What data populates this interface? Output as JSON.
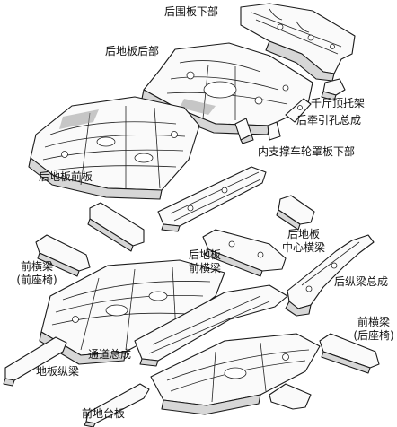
{
  "labels": {
    "rear_panel_lower": "后围板下部",
    "rear_floor_rear": "后地板后部",
    "jack_bracket": "千斤顶托架",
    "tow_hole_assy": "后牵引孔总成",
    "inner_wheelhouse_lower": "内支撑车轮罩板下部",
    "rear_floor_front": "后地板前板",
    "rear_floor_center_cross_l1": "后地板",
    "rear_floor_center_cross_l2": "中心横梁",
    "rear_floor_front_cross_l1": "后地板",
    "rear_floor_front_cross_l2": "前横梁",
    "front_cross_front_seat_l1": "前横梁",
    "front_cross_front_seat_l2": "(前座椅)",
    "rear_side_member_assy": "后纵梁总成",
    "front_cross_rear_seat_l1": "前横梁",
    "front_cross_rear_seat_l2": "(后座椅)",
    "tunnel_assy": "通道总成",
    "floor_side_member": "地板纵梁",
    "front_floor_pan": "前地台板"
  }
}
